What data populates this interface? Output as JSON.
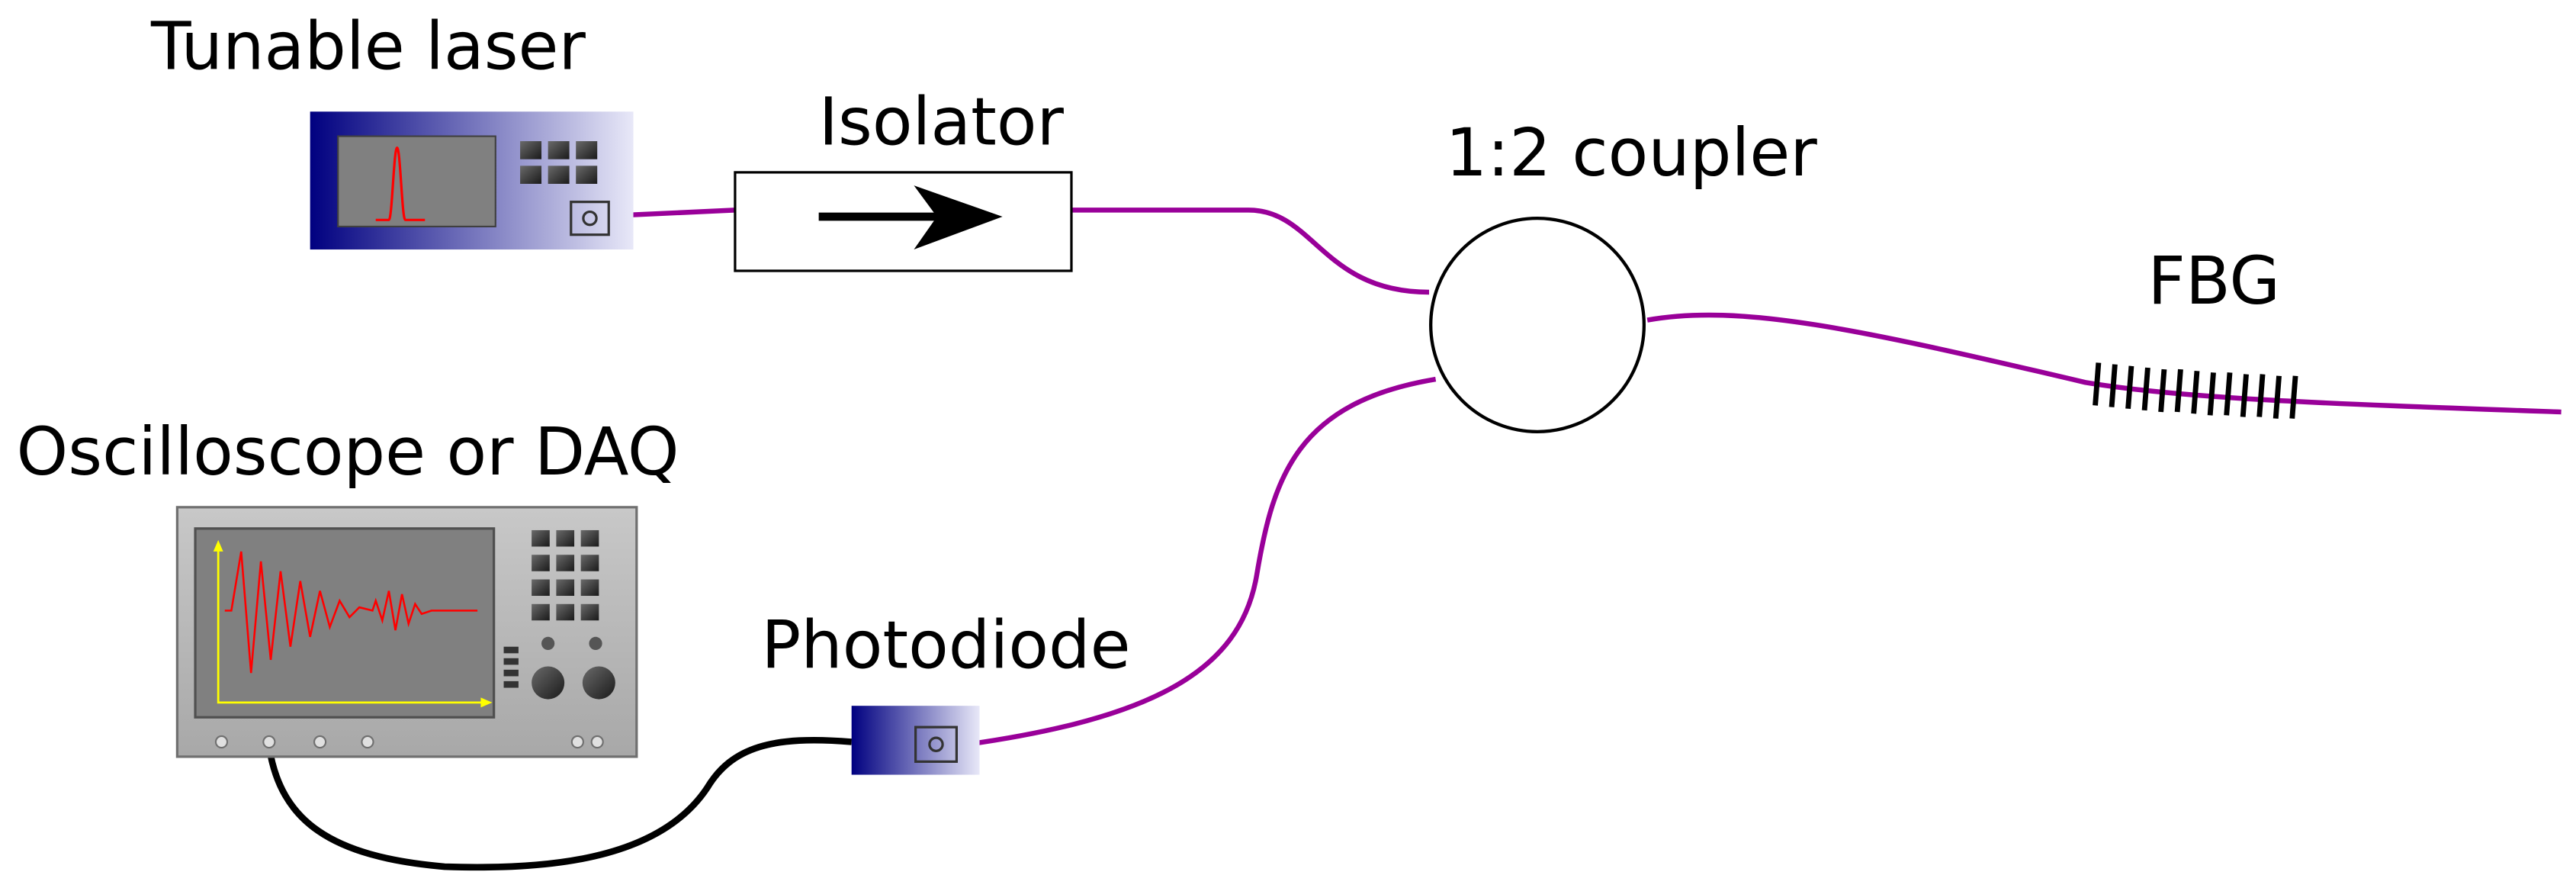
{
  "labels": {
    "tunable_laser": "Tunable laser",
    "isolator": "Isolator",
    "coupler": "1:2 coupler",
    "fbg": "FBG",
    "oscilloscope": "Oscilloscope or DAQ",
    "photodiode": "Photodiode"
  },
  "colors": {
    "fiber": "#990099",
    "cable": "#000000",
    "device_dark": "#000080",
    "device_light": "#e8e8f8",
    "screen": "#808080",
    "signal": "#ff0000",
    "axes": "#ffff00",
    "instrument_body": "#c0c0c0"
  }
}
